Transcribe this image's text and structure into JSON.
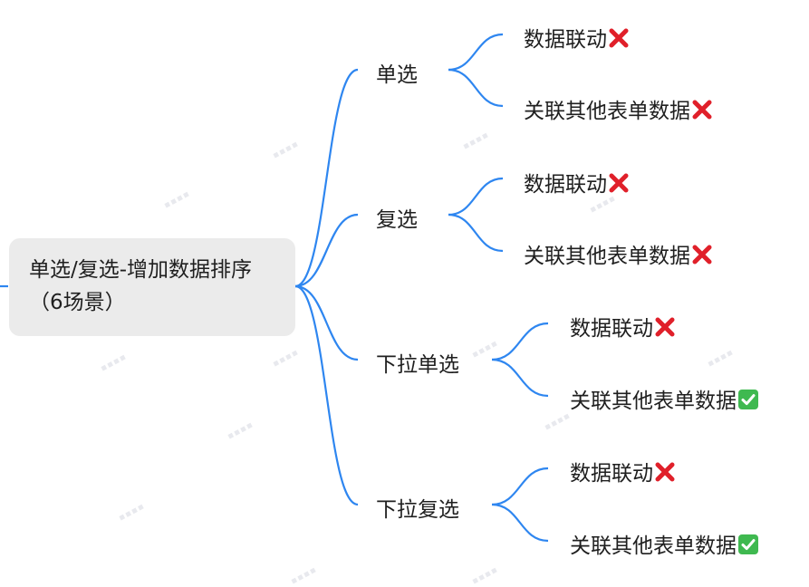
{
  "diagram": {
    "root": {
      "line1": "单选/复选-增加数据排序",
      "line2": "（6场景）"
    },
    "branches": [
      {
        "label": "单选",
        "children": [
          {
            "label": "数据联动",
            "status": "cross"
          },
          {
            "label": "关联其他表单数据",
            "status": "cross"
          }
        ]
      },
      {
        "label": "复选",
        "children": [
          {
            "label": "数据联动",
            "status": "cross"
          },
          {
            "label": "关联其他表单数据",
            "status": "cross"
          }
        ]
      },
      {
        "label": "下拉单选",
        "children": [
          {
            "label": "数据联动",
            "status": "cross"
          },
          {
            "label": "关联其他表单数据",
            "status": "check"
          }
        ]
      },
      {
        "label": "下拉复选",
        "children": [
          {
            "label": "数据联动",
            "status": "cross"
          },
          {
            "label": "关联其他表单数据",
            "status": "check"
          }
        ]
      }
    ]
  },
  "colors": {
    "connector": "#2e86f0",
    "cross": "#e0202a",
    "check": "#3fb950"
  },
  "icons": {
    "cross": "cross-mark-icon",
    "check": "check-mark-icon"
  }
}
